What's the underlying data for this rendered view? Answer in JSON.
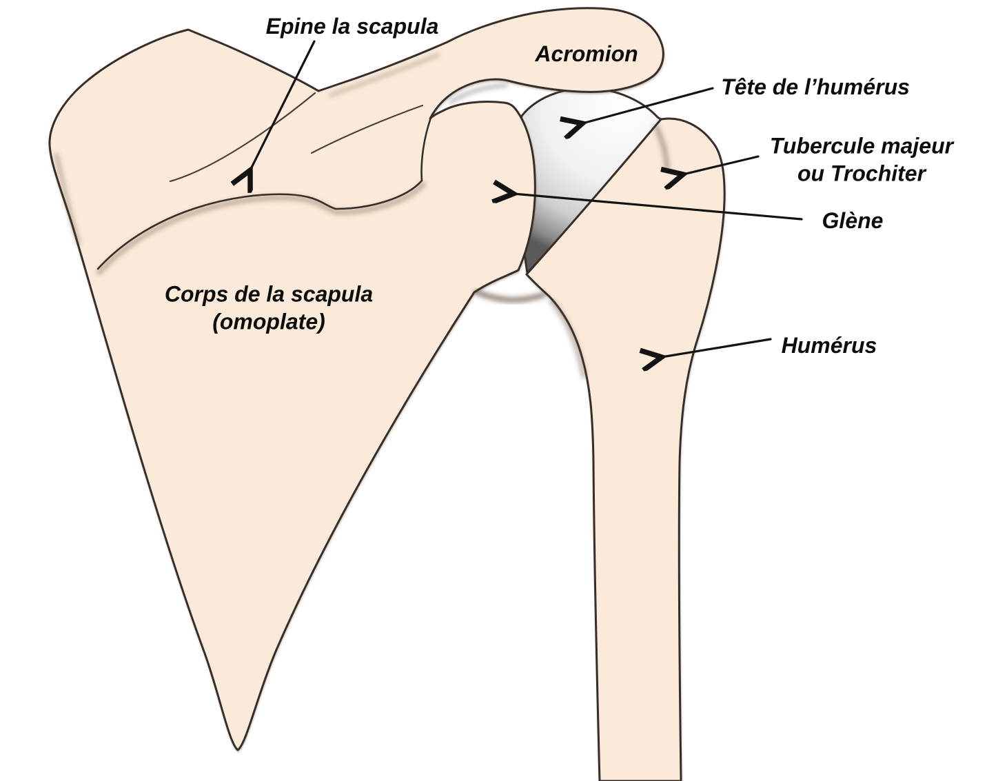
{
  "labels": {
    "epine": {
      "text": "Epine la scapula"
    },
    "acromion": {
      "text": "Acromion"
    },
    "tete_humerus": {
      "text": "Tête de l’humérus"
    },
    "tubercule": {
      "line1": "Tubercule majeur",
      "line2": "ou Trochiter"
    },
    "glene": {
      "text": "Glène"
    },
    "corps": {
      "line1": "Corps de la scapula",
      "line2": "(omoplate)"
    },
    "humerus": {
      "text": "Humérus"
    }
  },
  "colors": {
    "background": "#ffffff",
    "bone_fill": "#fbead9",
    "outline": "#342f2b",
    "arrow": "#131313",
    "text": "#0d0d0d",
    "head_light": "#ffffff",
    "head_mid": "#cdcdcd",
    "head_dark": "#5a5a5a"
  }
}
